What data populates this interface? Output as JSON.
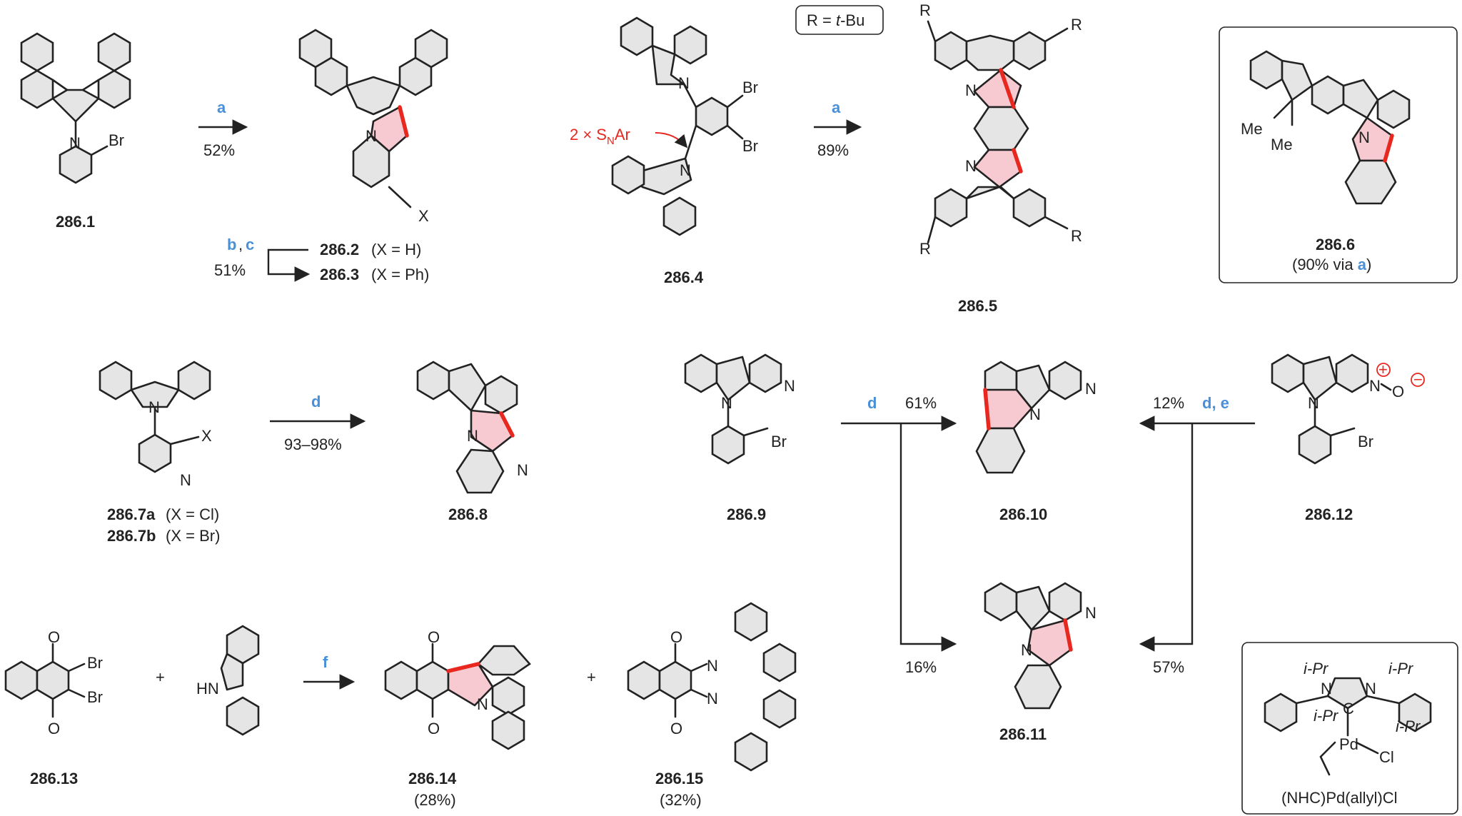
{
  "reagents": {
    "a": "a",
    "b": "b",
    "c": "c",
    "d": "d",
    "de": "d, e",
    "f": "f",
    "comma": ","
  },
  "yields": {
    "r1": "52%",
    "r2": "51%",
    "r3": "89%",
    "r4": "93–98%",
    "r5_top": "61%",
    "r5_bottom": "16%",
    "r6_top": "12%",
    "r6_bottom": "57%"
  },
  "compounds": {
    "c286_1": "286.1",
    "c286_2": "286.2",
    "c286_2_note": "(X = H)",
    "c286_3": "286.3",
    "c286_3_note": "(X = Ph)",
    "c286_4": "286.4",
    "c286_5": "286.5",
    "c286_6": "286.6",
    "c286_6_note_pre": "(90% via ",
    "c286_6_note_post": ")",
    "c286_7a": "286.7a",
    "c286_7a_note": "(X = Cl)",
    "c286_7b": "286.7b",
    "c286_7b_note": "(X = Br)",
    "c286_8": "286.8",
    "c286_9": "286.9",
    "c286_10": "286.10",
    "c286_11": "286.11",
    "c286_12": "286.12",
    "c286_13": "286.13",
    "c286_14": "286.14",
    "c286_14_yield": "(28%)",
    "c286_15": "286.15",
    "c286_15_yield": "(32%)"
  },
  "labels": {
    "r_def": "R = ",
    "r_def_tbu": "t",
    "r_def_rest": "-Bu",
    "snar": "2 × S",
    "snar_sub": "N",
    "snar_rest": "Ar",
    "catalyst": "(NHC)Pd(allyl)Cl",
    "plus": "+",
    "atoms": {
      "N": "N",
      "Br": "Br",
      "X": "X",
      "R": "R",
      "Me": "Me",
      "HN": "HN",
      "O": "O",
      "Cl": "Cl",
      "Pd": "Pd",
      "C": "C",
      "iPr": "i-Pr",
      "plus_charge": "+",
      "minus_charge": "−"
    }
  },
  "colors": {
    "new_bond": "#e8271e",
    "reagent": "#4a90d9",
    "annotation": "#e8271e",
    "ring_fill": "#e5e5e5",
    "pink_ring": "#f7c9d1"
  }
}
